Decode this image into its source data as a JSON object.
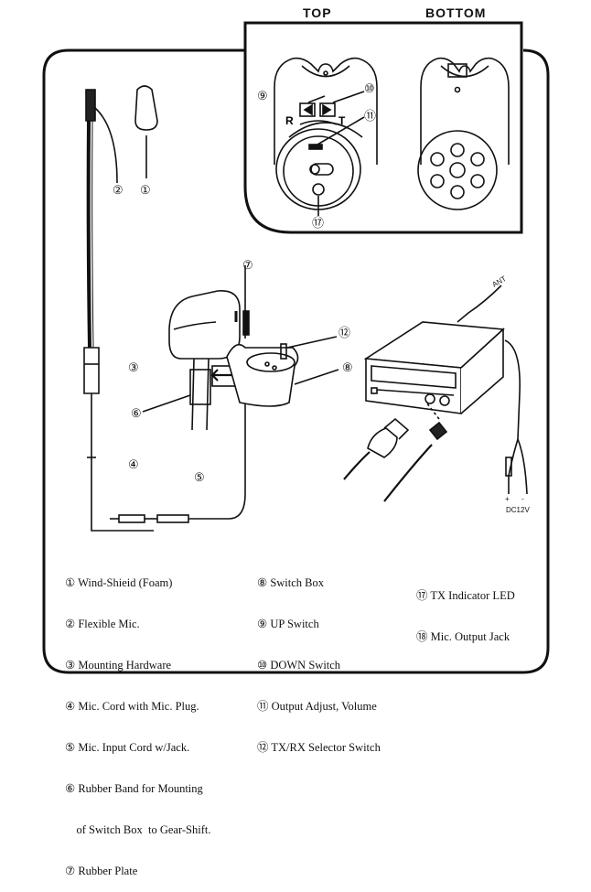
{
  "headers": {
    "top": "TOP",
    "bottom": "BOTTOM"
  },
  "callouts": {
    "c1": "①",
    "c2": "②",
    "c3": "③",
    "c4": "④",
    "c5": "⑤",
    "c6": "⑥",
    "c7": "⑦",
    "c8": "⑧",
    "c9": "⑨",
    "c10": "⑩",
    "c11": "⑪",
    "c12": "⑫",
    "c17": "⑰"
  },
  "switch_labels": {
    "r": "R",
    "t": "T"
  },
  "radio_labels": {
    "ant": "ANT",
    "dc_plus": "+",
    "dc_minus": "-",
    "dc12v": "DC12V"
  },
  "legend_col1": [
    "① Wind-Shieid (Foam)",
    "② Flexible Mic.",
    "③ Mounting Hardware",
    "④ Mic. Cord with Mic. Plug.",
    "⑤ Mic. Input Cord w/Jack.",
    "⑥ Rubber Band for Mounting",
    "    of Switch Box  to Gear-Shift.",
    "⑦ Rubber Plate"
  ],
  "legend_col2": [
    "⑧ Switch Box",
    "⑨ UP Switch",
    "⑩ DOWN Switch",
    "⑪ Output Adjust, Volume",
    "⑫ TX/RX Selector Switch"
  ],
  "legend_col3": [
    "⑰ TX Indicator LED",
    "⑱ Mic. Output Jack"
  ]
}
